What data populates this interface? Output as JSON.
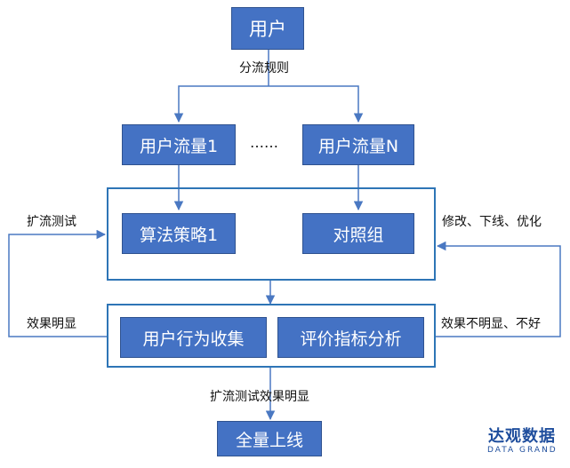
{
  "nodes": {
    "user": "用户",
    "traffic_1": "用户流量1",
    "traffic_n": "用户流量N",
    "algorithm_strategy": "算法策略1",
    "control_group": "对照组",
    "behavior_collection": "用户行为收集",
    "metric_analysis": "评价指标分析",
    "full_launch": "全量上线"
  },
  "labels": {
    "split_rule": "分流规则",
    "ellipsis": "……",
    "expand_test": "扩流测试",
    "effect_obvious": "效果明显",
    "modify_offline_optimize": "修改、下线、优化",
    "effect_not_obvious": "效果不明显、不好",
    "expand_test_effect_obvious": "扩流测试效果明显"
  },
  "logo": {
    "name": "达观数据",
    "sub": "DATA GRAND"
  },
  "colors": {
    "node_fill": "#4472c4",
    "node_border": "#2f528f",
    "frame_border": "#2e75b6",
    "arrow": "#4a78c2",
    "logo": "#1f4e9d"
  }
}
